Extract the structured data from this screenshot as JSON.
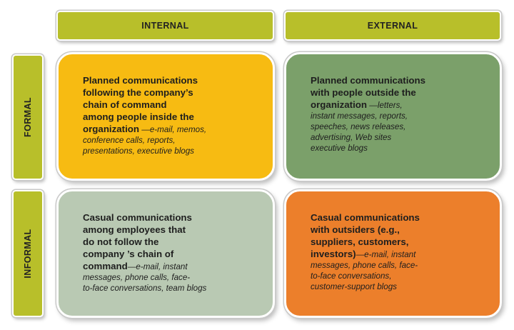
{
  "columns": {
    "internal": "INTERNAL",
    "external": "EXTERNAL"
  },
  "rows": {
    "formal": "FORMAL",
    "informal": "INFORMAL"
  },
  "cells": {
    "formal_internal": {
      "bold_lines": [
        "Planned communications",
        "following the company’s",
        "chain of command",
        "among people inside the"
      ],
      "bold_last": "organization",
      "detail_first": " —e-mail, memos,",
      "detail_lines": [
        "conference calls, reports,",
        "presentations, executive blogs"
      ],
      "color": "#f7bb12"
    },
    "formal_external": {
      "bold_lines": [
        "Planned communications",
        "with people outside the"
      ],
      "bold_last": "organization",
      "detail_first": "  —letters,",
      "detail_lines": [
        "instant messages, reports,",
        "speeches, news releases,",
        "advertising, Web sites",
        "executive blogs"
      ],
      "color": "#7ba06a"
    },
    "informal_internal": {
      "bold_lines": [
        "Casual communications",
        "among employees that",
        "do not follow the",
        "company ’s chain of"
      ],
      "bold_last": "command",
      "detail_first": "—e-mail, instant",
      "detail_lines": [
        "messages, phone calls, face-",
        "to-face conversations, team blogs"
      ],
      "color": "#b9c9b3"
    },
    "informal_external": {
      "bold_lines": [
        "Casual communications",
        "with outsiders (e.g.,",
        "suppliers, customers,"
      ],
      "bold_last": "investors)",
      "detail_first": "—e-mail, instant",
      "detail_lines": [
        "messages, phone calls, face-",
        "to-face conversations,",
        "customer-support blogs"
      ],
      "color": "#ec7f2b"
    }
  }
}
